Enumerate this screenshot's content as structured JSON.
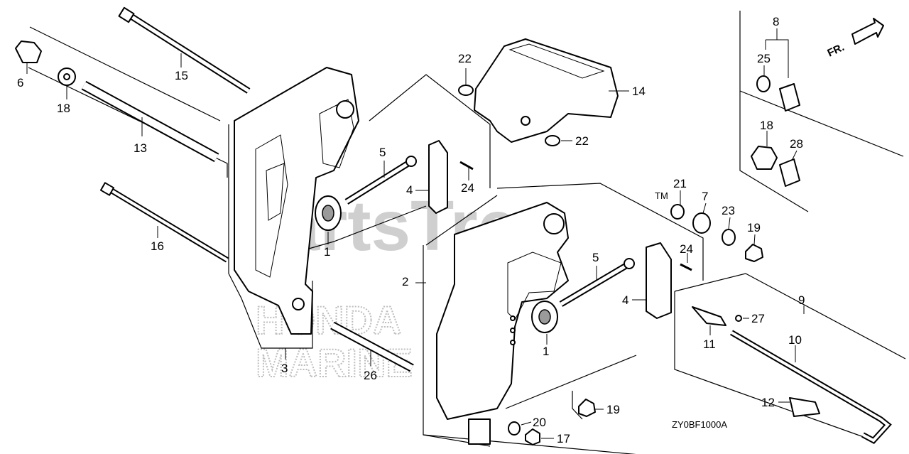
{
  "diagram": {
    "diagram_code": "ZY0BF1000A",
    "front_indicator": "FR.",
    "watermark": {
      "brand": "PartsTree",
      "trademark": "TM",
      "overlay_line1": "HONDA",
      "overlay_line2": "MARINE"
    },
    "callouts": {
      "c1a": "1",
      "c1b": "1",
      "c2": "2",
      "c3": "3",
      "c4a": "4",
      "c4b": "4",
      "c5a": "5",
      "c5b": "5",
      "c6": "6",
      "c7": "7",
      "c8": "8",
      "c9": "9",
      "c10": "10",
      "c11": "11",
      "c12": "12",
      "c13": "13",
      "c14": "14",
      "c15": "15",
      "c16": "16",
      "c17": "17",
      "c18a": "18",
      "c18b": "18",
      "c19a": "19",
      "c19b": "19",
      "c20": "20",
      "c21": "21",
      "c22a": "22",
      "c22b": "22",
      "c23": "23",
      "c24a": "24",
      "c24b": "24",
      "c25": "25",
      "c26": "26",
      "c27": "27",
      "c28": "28"
    }
  }
}
